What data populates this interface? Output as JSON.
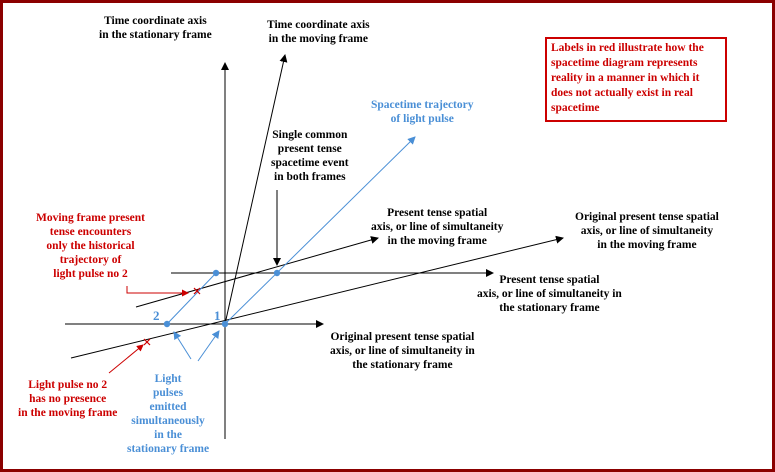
{
  "labels": {
    "stationary_time_axis": [
      "Time coordinate axis",
      "in the stationary frame"
    ],
    "moving_time_axis": [
      "Time coordinate axis",
      "in the moving frame"
    ],
    "note": "Labels in red illustrate how the spacetime diagram represents reality in a manner in which it does not actually exist in real spacetime",
    "light_trajectory": [
      "Spacetime trajectory",
      "of light pulse"
    ],
    "common_event": [
      "Single common",
      "present tense",
      "spacetime event",
      "in both frames"
    ],
    "moving_present_spatial": [
      "Present tense spatial",
      "axis, or line of simultaneity",
      "in the moving frame"
    ],
    "moving_original_spatial": [
      "Original present tense spatial",
      "axis, or line of simultaneity",
      "in the moving frame"
    ],
    "stationary_present_spatial": [
      "Present tense spatial",
      "axis, or line of simultaneity in",
      "the stationary frame"
    ],
    "stationary_original_spatial": [
      "Original present tense spatial",
      "axis, or line of simultaneity in",
      "the stationary frame"
    ],
    "moving_encounters": [
      "Moving frame present",
      "tense encounters",
      "only the historical",
      "trajectory of",
      "light pulse no 2"
    ],
    "pulse2_no_presence": [
      "Light pulse no 2",
      "has no presence",
      "in the moving frame"
    ],
    "pulses_emitted": [
      "Light",
      "pulses",
      "emitted",
      "simultaneously",
      "in the",
      "stationary frame"
    ],
    "pulse1": "1",
    "pulse2": "2"
  },
  "colors": {
    "axis": "#000000",
    "light": "#4a8fd6",
    "annotation": "#cc0000",
    "border": "#8b0000"
  }
}
